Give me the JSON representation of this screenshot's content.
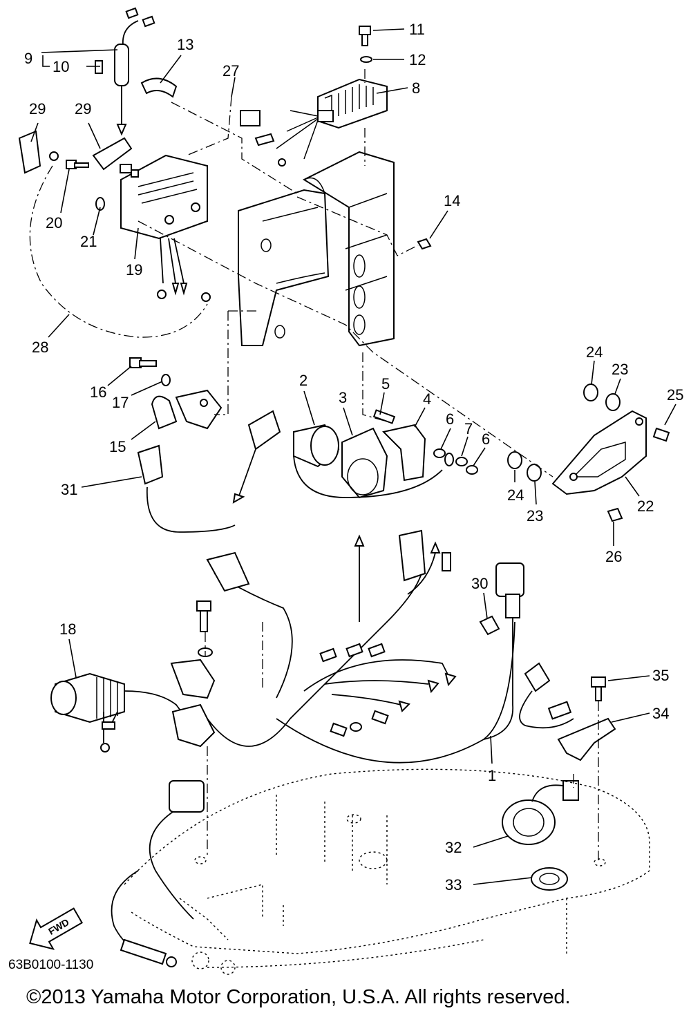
{
  "diagram": {
    "part_code": "63B0100-1130",
    "copyright": "©2013 Yamaha Motor Corporation, U.S.A. All rights reserved.",
    "fwd_label": "FWD",
    "callouts": {
      "c1": "1",
      "c2": "2",
      "c3": "3",
      "c4": "4",
      "c5": "5",
      "c6a": "6",
      "c6b": "6",
      "c7": "7",
      "c8": "8",
      "c9": "9",
      "c10": "10",
      "c11": "11",
      "c12": "12",
      "c13": "13",
      "c14": "14",
      "c15": "15",
      "c16": "16",
      "c17": "17",
      "c18": "18",
      "c19": "19",
      "c20": "20",
      "c21": "21",
      "c22": "22",
      "c23a": "23",
      "c23b": "23",
      "c24a": "24",
      "c24b": "24",
      "c25": "25",
      "c26": "26",
      "c27": "27",
      "c28": "28",
      "c29a": "29",
      "c29b": "29",
      "c30": "30",
      "c31": "31",
      "c32": "32",
      "c33": "33",
      "c34": "34",
      "c35": "35"
    }
  }
}
